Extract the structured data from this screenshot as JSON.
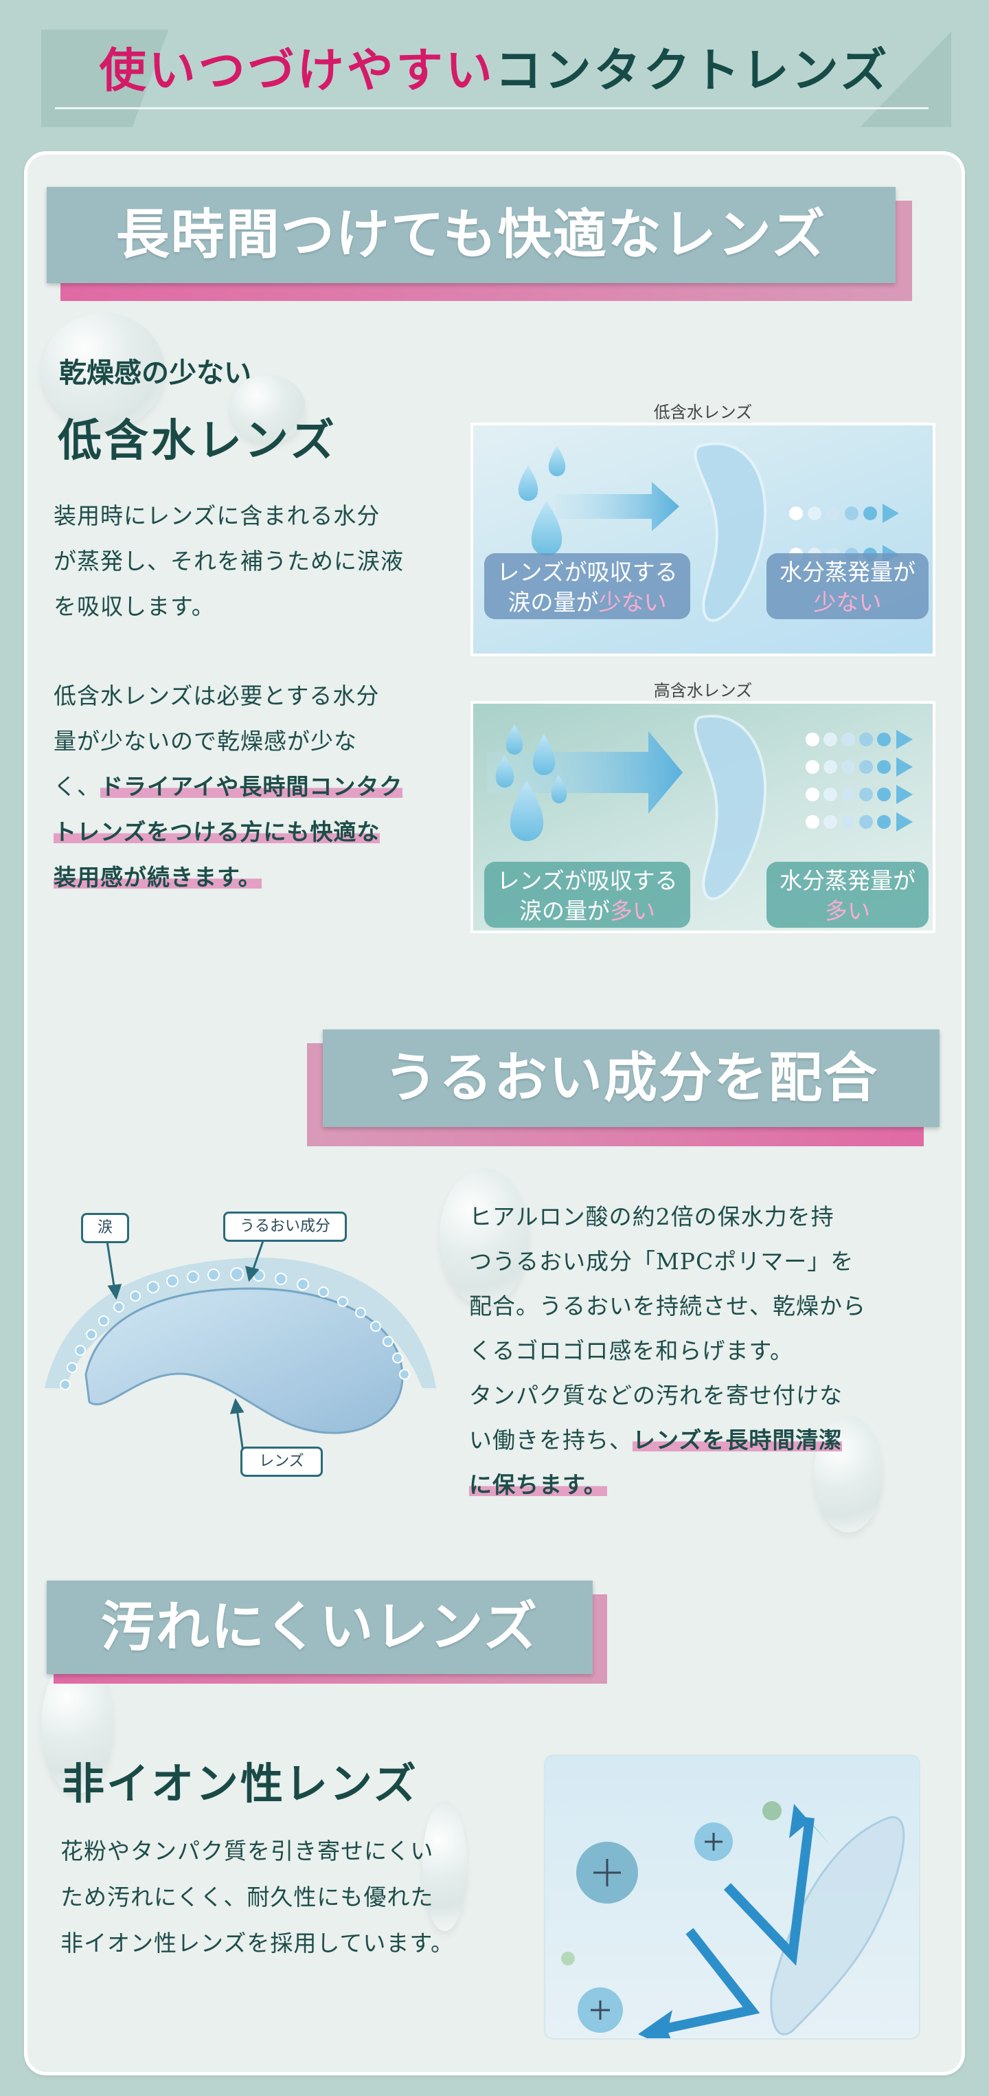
{
  "header": {
    "title_pink": "使いつづけやすい",
    "title_teal": "コンタクトレンズ"
  },
  "colors": {
    "accent_pink": "#d51a68",
    "text_teal": "#164b47",
    "background": "#b9d4cf",
    "section_header": "#9cbcc1",
    "highlight": "#e3a0c4"
  },
  "section1": {
    "title": "長時間つけても快適なレンズ",
    "subtitle_small": "乾燥感の少ない",
    "subtitle_large": "低含水レンズ",
    "paragraph1": [
      "装用時にレンズに含まれる水分",
      "が蒸発し、それを補うために涙液",
      "を吸収します。"
    ],
    "paragraph2_plain": [
      "低含水レンズは必要とする水分",
      "量が少ないので乾燥感が少な",
      "く、"
    ],
    "paragraph2_highlight": [
      "ドライアイや長時間コンタク",
      "トレンズをつける方にも快適な",
      "装用感が続きます。"
    ],
    "diagram_low": {
      "label": "低含水レンズ",
      "left_box_line1": "レンズが吸収する",
      "left_box_line2": "涙の量が",
      "left_box_emph": "少ない",
      "right_box_line1": "水分蒸発量が",
      "right_box_emph": "少ない"
    },
    "diagram_high": {
      "label": "高含水レンズ",
      "left_box_line1": "レンズが吸収する",
      "left_box_line2": "涙の量が",
      "left_box_emph": "多い",
      "right_box_line1": "水分蒸発量が",
      "right_box_emph": "多い"
    }
  },
  "section2": {
    "title": "うるおい成分を配合",
    "callouts": {
      "tears": "涙",
      "moisture": "うるおい成分",
      "lens": "レンズ"
    },
    "paragraph_plain": [
      "ヒアルロン酸の約2倍の保水力を持",
      "つうるおい成分「MPCポリマー」を",
      "配合。うるおいを持続させ、乾燥から",
      "くるゴロゴロ感を和らげます。",
      "タンパク質などの汚れを寄せ付けな",
      "い働きを持ち、"
    ],
    "paragraph_highlight": [
      "レンズを長時間清潔",
      "に保ちます。"
    ]
  },
  "section3": {
    "title": "汚れにくいレンズ",
    "subtitle": "非イオン性レンズ",
    "paragraph": [
      "花粉やタンパク質を引き寄せにくい",
      "ため汚れにくく、耐久性にも優れた",
      "非イオン性レンズを採用しています。"
    ]
  }
}
